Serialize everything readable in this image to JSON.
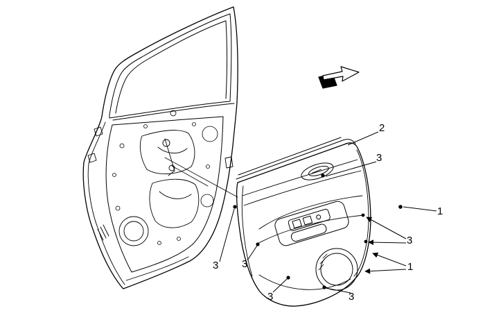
{
  "figure": {
    "background_color": "#ffffff",
    "line_color": "#000000"
  },
  "icons": {
    "direction_arrow": "front-of-vehicle-arrow"
  },
  "callouts": [
    {
      "label": "2"
    },
    {
      "label": "3"
    },
    {
      "label": "1"
    },
    {
      "label": "3"
    },
    {
      "label": "1"
    },
    {
      "label": "3"
    },
    {
      "label": "3"
    },
    {
      "label": "3"
    },
    {
      "label": "3"
    }
  ]
}
